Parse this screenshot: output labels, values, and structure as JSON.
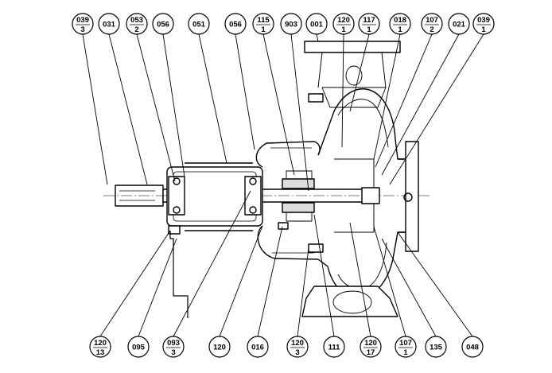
{
  "diagram": {
    "callouts_top": [
      {
        "id": "c-039-3",
        "top": "039",
        "bottom": "3"
      },
      {
        "id": "c-031",
        "top": "031",
        "bottom": ""
      },
      {
        "id": "c-053-2",
        "top": "053",
        "bottom": "2"
      },
      {
        "id": "c-056a",
        "top": "056",
        "bottom": ""
      },
      {
        "id": "c-051",
        "top": "051",
        "bottom": ""
      },
      {
        "id": "c-056b",
        "top": "056",
        "bottom": ""
      },
      {
        "id": "c-115-1",
        "top": "115",
        "bottom": "1"
      },
      {
        "id": "c-903",
        "top": "903",
        "bottom": ""
      },
      {
        "id": "c-001",
        "top": "001",
        "bottom": ""
      },
      {
        "id": "c-120-1",
        "top": "120",
        "bottom": "1"
      },
      {
        "id": "c-117-1",
        "top": "117",
        "bottom": "1"
      },
      {
        "id": "c-018-1",
        "top": "018",
        "bottom": "1"
      },
      {
        "id": "c-107-2",
        "top": "107",
        "bottom": "2"
      },
      {
        "id": "c-021",
        "top": "021",
        "bottom": ""
      },
      {
        "id": "c-039-1",
        "top": "039",
        "bottom": "1"
      }
    ],
    "callouts_bottom": [
      {
        "id": "c-120-13",
        "top": "120",
        "bottom": "13"
      },
      {
        "id": "c-095",
        "top": "095",
        "bottom": ""
      },
      {
        "id": "c-093-3",
        "top": "093",
        "bottom": "3"
      },
      {
        "id": "c-120",
        "top": "120",
        "bottom": ""
      },
      {
        "id": "c-016",
        "top": "016",
        "bottom": ""
      },
      {
        "id": "c-120-3",
        "top": "120",
        "bottom": "3"
      },
      {
        "id": "c-111",
        "top": "111",
        "bottom": ""
      },
      {
        "id": "c-120-17",
        "top": "120",
        "bottom": "17"
      },
      {
        "id": "c-107-1",
        "top": "107",
        "bottom": "1"
      },
      {
        "id": "c-135",
        "top": "135",
        "bottom": ""
      },
      {
        "id": "c-048",
        "top": "048",
        "bottom": ""
      }
    ]
  }
}
